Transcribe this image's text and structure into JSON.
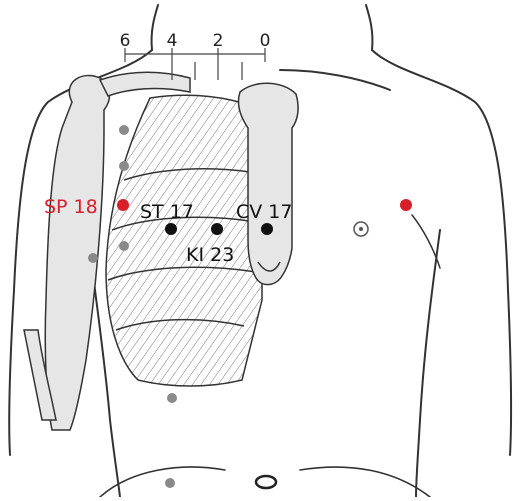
{
  "scale_labels": [
    "6",
    "4",
    "2",
    "0"
  ],
  "points": {
    "sp18": {
      "label": "SP 18"
    },
    "st17": {
      "label": "ST 17"
    },
    "cv17": {
      "label": "CV 17"
    },
    "ki23": {
      "label": "KI 23"
    }
  },
  "colors": {
    "highlight": "#d8202a",
    "primary_point": "#111111",
    "secondary_point": "#8a8a8a",
    "bone_fill": "#e6e6e6",
    "outline": "#333333"
  }
}
